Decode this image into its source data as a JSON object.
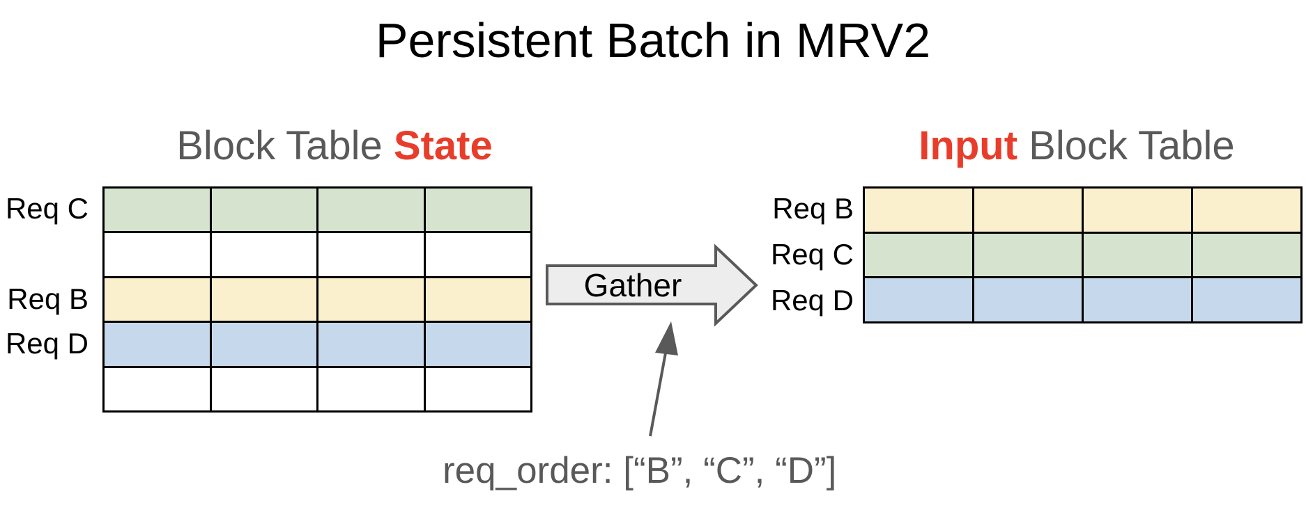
{
  "title": "Persistent Batch in MRV2",
  "colors": {
    "text_gray": "#595959",
    "accent_red": "#e93d2b",
    "table_border": "#000000",
    "green": "#d6e3cf",
    "yellow": "#fbf0ce",
    "blue": "#c6d9ec",
    "white": "#ffffff",
    "arrow_fill": "#ededed",
    "arrow_stroke": "#595959"
  },
  "left_panel": {
    "heading": {
      "prefix": "Block Table ",
      "highlight": "State"
    },
    "table": {
      "cols": 4,
      "rows": [
        {
          "label": "Req C",
          "color": "green"
        },
        {
          "label": "",
          "color": "white"
        },
        {
          "label": "Req B",
          "color": "yellow"
        },
        {
          "label": "Req D",
          "color": "blue"
        },
        {
          "label": "",
          "color": "white"
        }
      ]
    }
  },
  "right_panel": {
    "heading": {
      "highlight": "Input",
      "suffix": " Block Table"
    },
    "table": {
      "cols": 4,
      "rows": [
        {
          "label": "Req B",
          "color": "yellow"
        },
        {
          "label": "Req C",
          "color": "green"
        },
        {
          "label": "Req D",
          "color": "blue"
        }
      ]
    }
  },
  "gather_arrow": {
    "label": "Gather"
  },
  "annotation": {
    "text": "req_order: [“B”, “C”, “D”]"
  }
}
